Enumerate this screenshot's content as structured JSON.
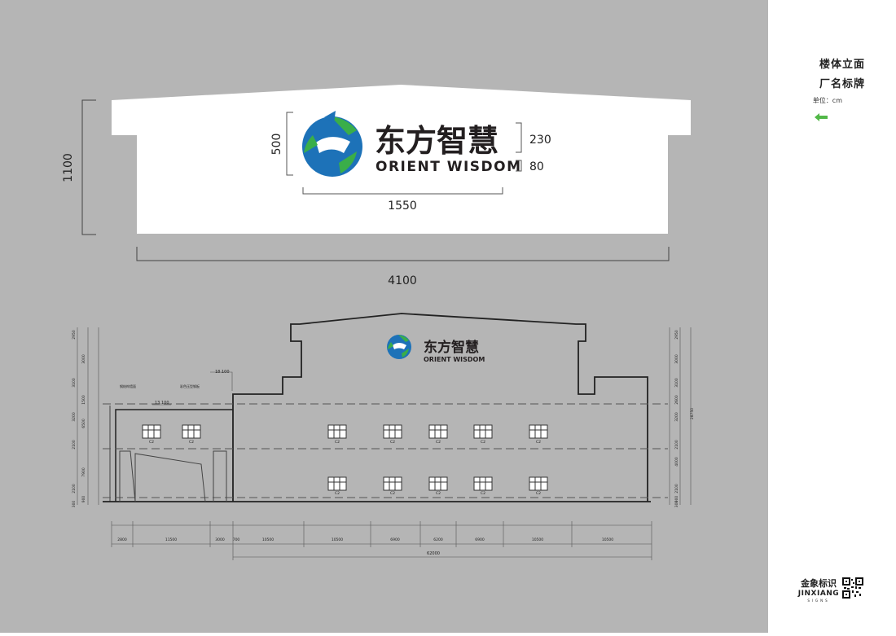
{
  "sidebar": {
    "title_line1": "楼体立面",
    "title_line2": "厂名标牌",
    "unit": "单位：cm",
    "arrow_icon": "left-arrow-icon",
    "brand_cn": "金象标识",
    "brand_en": "JINXIANG",
    "brand_sub": "SIGNS"
  },
  "sign": {
    "company_cn": "东方智慧",
    "company_en": "ORIENT WISDOM",
    "dims": {
      "logo_height": "500",
      "cn_text_height": "230",
      "en_text_height": "80",
      "logo_width": "1550",
      "sign_height": "1100",
      "sign_width": "4100"
    }
  },
  "elevation": {
    "level_labels": [
      "18.100",
      "13.100"
    ],
    "tag_labels": [
      "钢结构墙面",
      "彩色压型钢板"
    ],
    "window_tag": "C2",
    "left_dims": [
      "2950",
      "3000",
      "3100",
      "1500",
      "3200",
      "6500",
      "2100",
      "7900",
      "2100",
      "900",
      "300"
    ],
    "right_dims": [
      "2950",
      "3000",
      "3100",
      "2600",
      "3200",
      "2100",
      "4000",
      "2100",
      "900",
      "300",
      "28750"
    ],
    "bottom_dims": [
      "2800",
      "11500",
      "3000",
      "700",
      "10500",
      "10500",
      "6900",
      "6200",
      "6900",
      "10500",
      "10500"
    ],
    "bottom_total": "62000"
  },
  "colors": {
    "canvas": "#b5b5b5",
    "logo_blue": "#1d72b8",
    "logo_green": "#3aae49",
    "arrow_green": "#52b848",
    "text_dark": "#222222"
  }
}
